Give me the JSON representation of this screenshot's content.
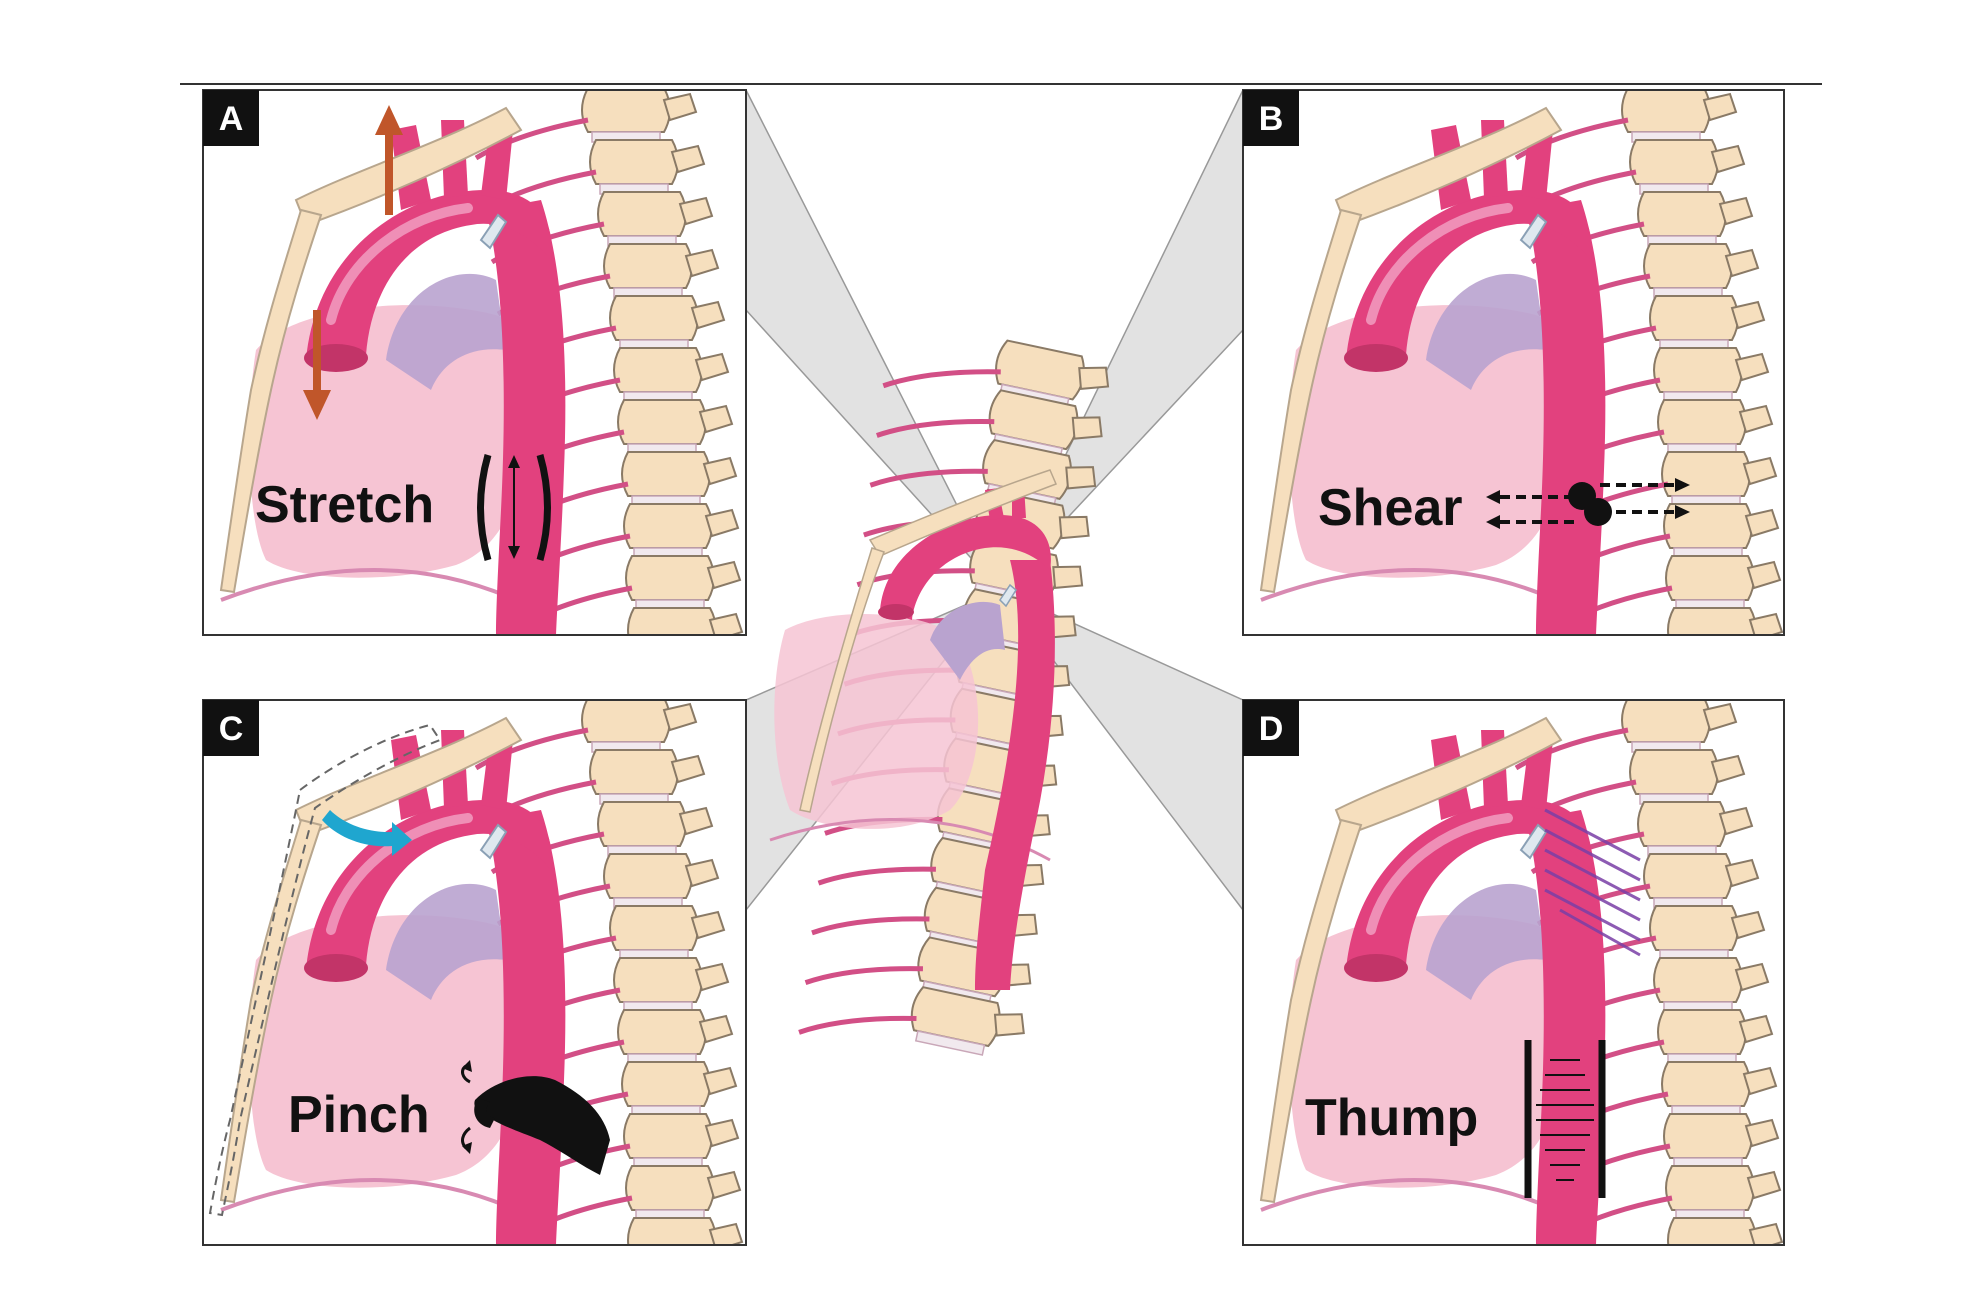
{
  "figure": {
    "panels": [
      {
        "id": "A",
        "letter": "A",
        "label": "Stretch"
      },
      {
        "id": "B",
        "letter": "B",
        "label": "Shear"
      },
      {
        "id": "C",
        "letter": "C",
        "label": "Pinch"
      },
      {
        "id": "D",
        "letter": "D",
        "label": "Thump"
      }
    ]
  },
  "colors": {
    "aorta": "#e2417e",
    "aorta_highlight": "#f3a3c4",
    "heart": "#f6c4d3",
    "pulmonary": "#b9a3cf",
    "bone": "#f6dfbe",
    "bone_outline": "#8a7a66",
    "vessel_branch": "#d24f86",
    "diaphragm": "#d88ab2",
    "arrow_stretch": "#c0562a",
    "arrow_pinch": "#1fa6cf",
    "thump_mark": "#7a3fa6",
    "label_box": "#111111",
    "connector": "#d9d9d9"
  }
}
